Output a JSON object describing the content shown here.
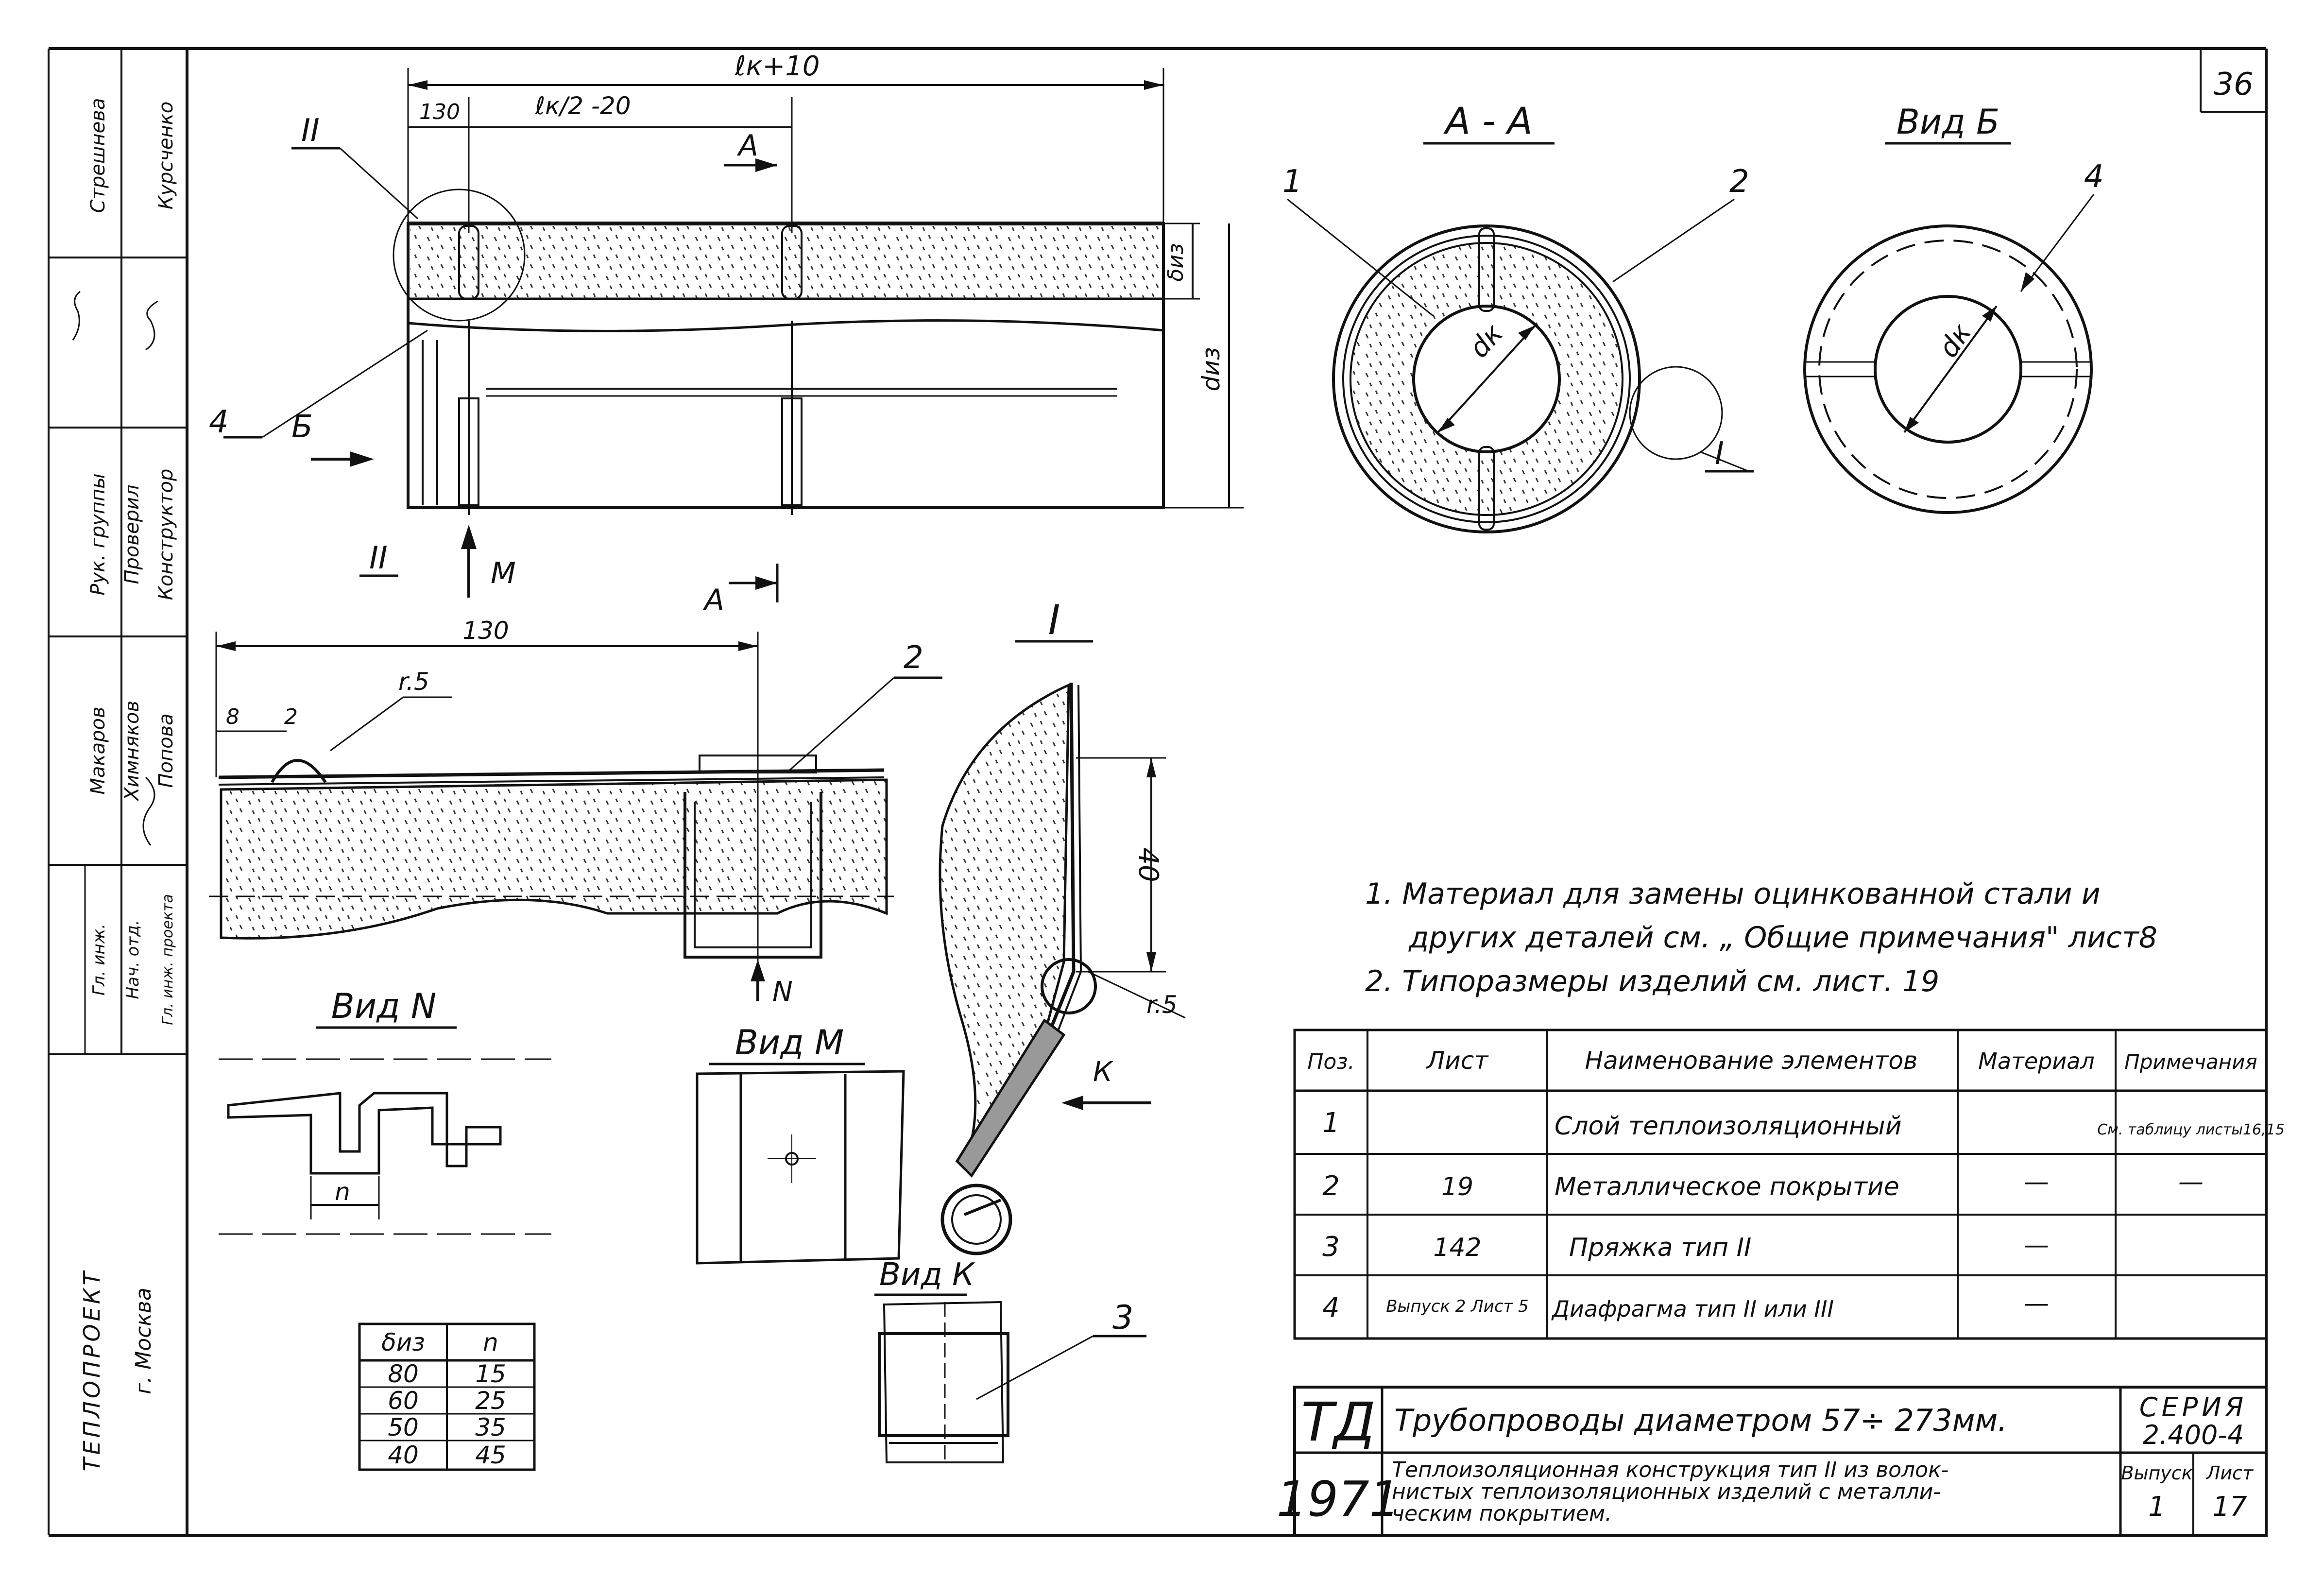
{
  "sheet": {
    "number": "36"
  },
  "sidebar": {
    "org": "ТЕПЛОПРОЕКТ",
    "city": "г. Москва",
    "roles": [
      {
        "role": "Рук. группы",
        "name": "Макаров"
      },
      {
        "role": "Проверил",
        "name": "Химняков"
      },
      {
        "role": "Конструктор",
        "name": "Попова"
      },
      {
        "role": "Гл. инж.",
        "name": ""
      },
      {
        "role": "Нач. отд.",
        "name": ""
      },
      {
        "role": "Гл. инж. проекта",
        "name": ""
      }
    ],
    "top_names": [
      "Стрешнева",
      "Курсченко"
    ]
  },
  "main_view": {
    "dim_total": "ℓк+10",
    "dim_half": "ℓк/2 -20",
    "dim_130_top": "130",
    "dim_130_bottom": "130",
    "label_biz": "δиз",
    "label_diz": "dиз",
    "callout_II_top": "II",
    "callout_II_bottom": "II",
    "callout_4": "4",
    "section_A_top": "А",
    "section_A_bottom": "А",
    "arrow_B": "Б",
    "arrow_M": "М"
  },
  "section_AA": {
    "title": "А - А",
    "callout_1": "1",
    "callout_2": "2",
    "label_dk": "dк",
    "callout_I": "I"
  },
  "view_B": {
    "title": "Вид Б",
    "callout_4": "4",
    "label_dk": "dк"
  },
  "detail_II": {
    "dim_130": "130",
    "dim_8": "8",
    "dim_2": "2",
    "label_r25": "r.5",
    "callout_2": "2",
    "arrow_N": "N"
  },
  "detail_I": {
    "title": "I",
    "dim_40": "40",
    "label_r5": "r.5",
    "arrow_K": "К"
  },
  "view_N": {
    "title": "Вид N",
    "label_n": "n"
  },
  "view_M": {
    "title": "Вид М"
  },
  "view_K": {
    "title": "Вид К",
    "callout_3": "3"
  },
  "n_table": {
    "headers": [
      "δиз",
      "n"
    ],
    "rows": [
      [
        "80",
        "15"
      ],
      [
        "60",
        "25"
      ],
      [
        "50",
        "35"
      ],
      [
        "40",
        "45"
      ]
    ]
  },
  "notes": [
    "1. Материал для замены оцинкованной стали и",
    "другиx деталей см. „ Общие примечания\" лист8",
    "2. Типоразмеры изделий см. лист. 19"
  ],
  "spec_table": {
    "headers": [
      "Поз.",
      "Лист",
      "Наименование элементов",
      "Материал",
      "Примечания"
    ],
    "rows": [
      {
        "pos": "1",
        "sheet": "",
        "name": "Слой теплоизоляционный",
        "material": "",
        "note": "См. таблицу листы16,15"
      },
      {
        "pos": "2",
        "sheet": "19",
        "name": "Металлическое покрытие",
        "material": "—",
        "note": "—"
      },
      {
        "pos": "3",
        "sheet": "142",
        "name": "Пряжка тип II",
        "material": "—",
        "note": ""
      },
      {
        "pos": "4",
        "sheet": "Выпуск 2 Лист 5",
        "name": "Диафрагма тип II или III",
        "material": "—",
        "note": ""
      }
    ]
  },
  "title_block": {
    "logo": "ТД",
    "year": "1971",
    "title": "Трубопроводы диаметром 57÷ 273мм.",
    "series_label": "СЕРИЯ",
    "series_value": "2.400-4",
    "subtitle_lines": [
      "Теплоизоляционная конструкция тип II из волок-",
      "нистых теплоизоляционных изделий с металли-",
      "ческим покрытием."
    ],
    "issue_label": "Выпуск",
    "issue_value": "1",
    "sheet_label": "Лист",
    "sheet_value": "17"
  }
}
